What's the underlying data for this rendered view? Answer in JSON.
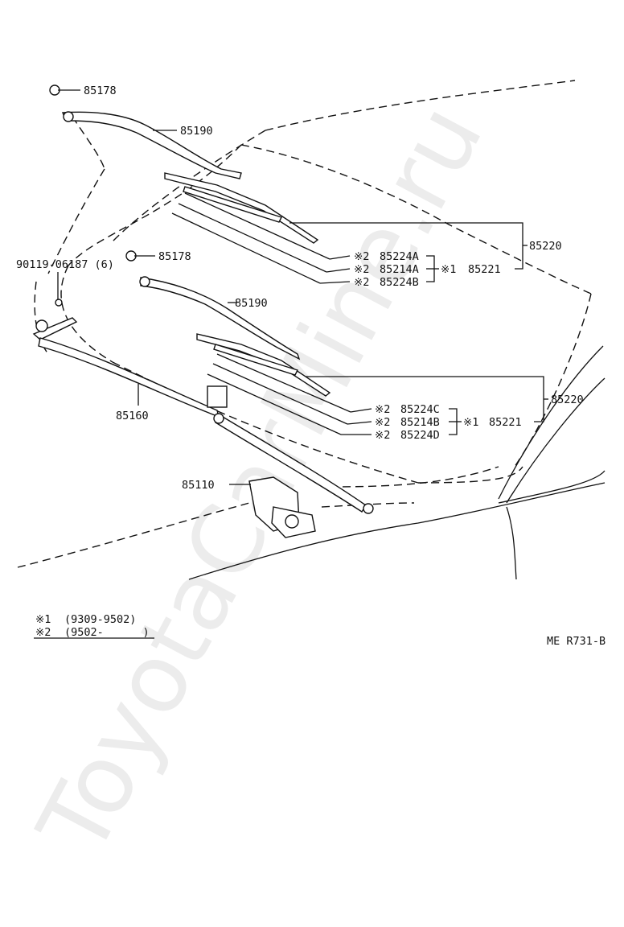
{
  "watermark": "ToyotaCarMine.ru",
  "figure_code": "ME R731-B",
  "parts": {
    "nut_upper": "85178",
    "arm_upper": "85190",
    "nut_lower": "85178",
    "arm_lower": "85190",
    "screw": "90119-06187 (6)",
    "link": "85160",
    "motor": "85110",
    "blade_assy_upper": "85220",
    "blade_assy_lower": "85220",
    "refill_upper": "85221",
    "refill_lower": "85221"
  },
  "upper_group": {
    "mark1": "※1",
    "rows": [
      {
        "mark": "※2",
        "code": "85224A"
      },
      {
        "mark": "※2",
        "code": "85214A"
      },
      {
        "mark": "※2",
        "code": "85224B"
      }
    ]
  },
  "lower_group": {
    "mark1": "※1",
    "rows": [
      {
        "mark": "※2",
        "code": "85224C"
      },
      {
        "mark": "※2",
        "code": "85214B"
      },
      {
        "mark": "※2",
        "code": "85224D"
      }
    ]
  },
  "legend": [
    {
      "mark": "※1",
      "range": "(9309-9502)"
    },
    {
      "mark": "※2",
      "range": "(9502-      )"
    }
  ]
}
